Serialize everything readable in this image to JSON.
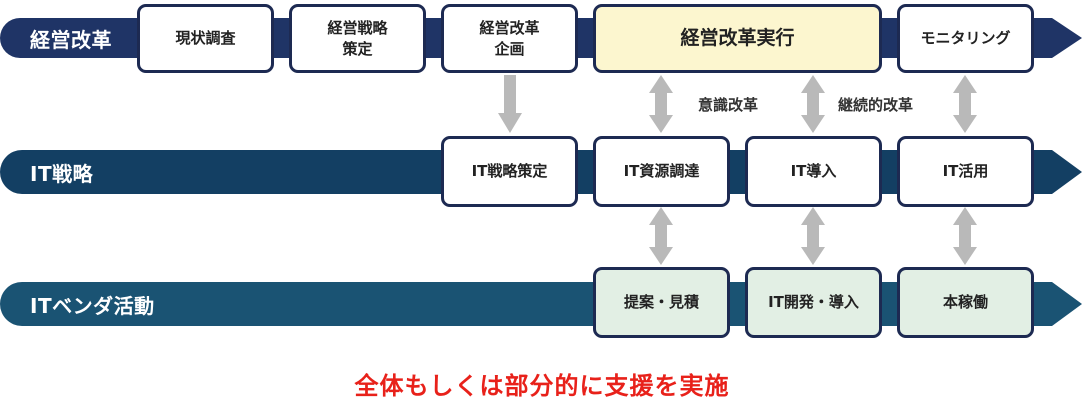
{
  "bands": [
    {
      "id": "keiei",
      "label": "経営改革",
      "color": "#1f3466"
    },
    {
      "id": "it",
      "label": "IT戦略",
      "color": "#133f63"
    },
    {
      "id": "vendor",
      "label": "ITベンダ活動",
      "color": "#1a5373"
    }
  ],
  "boxes": {
    "genjo": "現状調査",
    "senryaku": "経営戦略\n策定",
    "kikaku": "経営改革\n企画",
    "jikko": "経営改革実行",
    "monitoring": "モニタリング",
    "it_senryaku": "IT戦略策定",
    "it_shigen": "IT資源調達",
    "it_donyu": "IT導入",
    "it_katsuyo": "IT活用",
    "teian": "提案・見積",
    "kaihatsu": "IT開発・導入",
    "honkado": "本稼働"
  },
  "notes": {
    "ishiki": "意識改革",
    "keizoku": "継続的改革"
  },
  "footer": "全体もしくは部分的に支援を実施",
  "colors": {
    "box_border": "#1d2a52",
    "arrow": "#b9b9b9",
    "highlight_fill": "#fcf6cf",
    "vendor_fill": "#e2efe4",
    "footer_text": "#e8211a"
  }
}
